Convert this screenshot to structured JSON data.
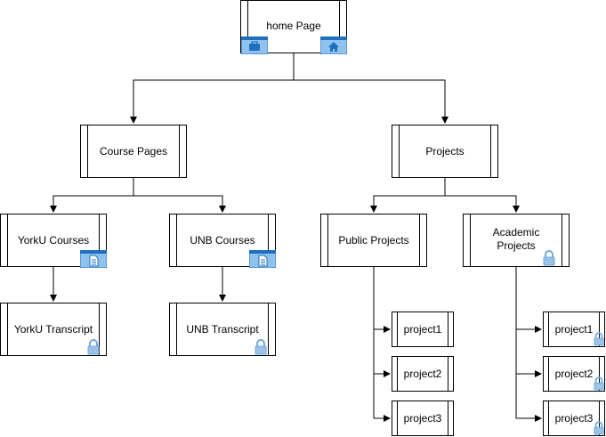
{
  "diagram": {
    "nodes": {
      "home": "home Page",
      "course_pages": "Course Pages",
      "projects": "Projects",
      "yorku_courses": "YorkU Courses",
      "unb_courses": "UNB Courses",
      "public_projects": "Public Projects",
      "academic_projects": "Academic Projects",
      "yorku_transcript": "YorkU Transcript",
      "unb_transcript": "UNB Transcript",
      "public_project1": "project1",
      "public_project2": "project2",
      "public_project3": "project3",
      "academic_project1": "project1",
      "academic_project2": "project2",
      "academic_project3": "project3"
    },
    "icons": {
      "briefcase": "briefcase-icon",
      "home": "home-icon",
      "document": "document-icon",
      "lock": "lock-icon"
    },
    "colors": {
      "icon_fill": "#7fb8e8",
      "icon_dark": "#1f6fbf",
      "lock_fill": "#9cc3e6"
    }
  }
}
